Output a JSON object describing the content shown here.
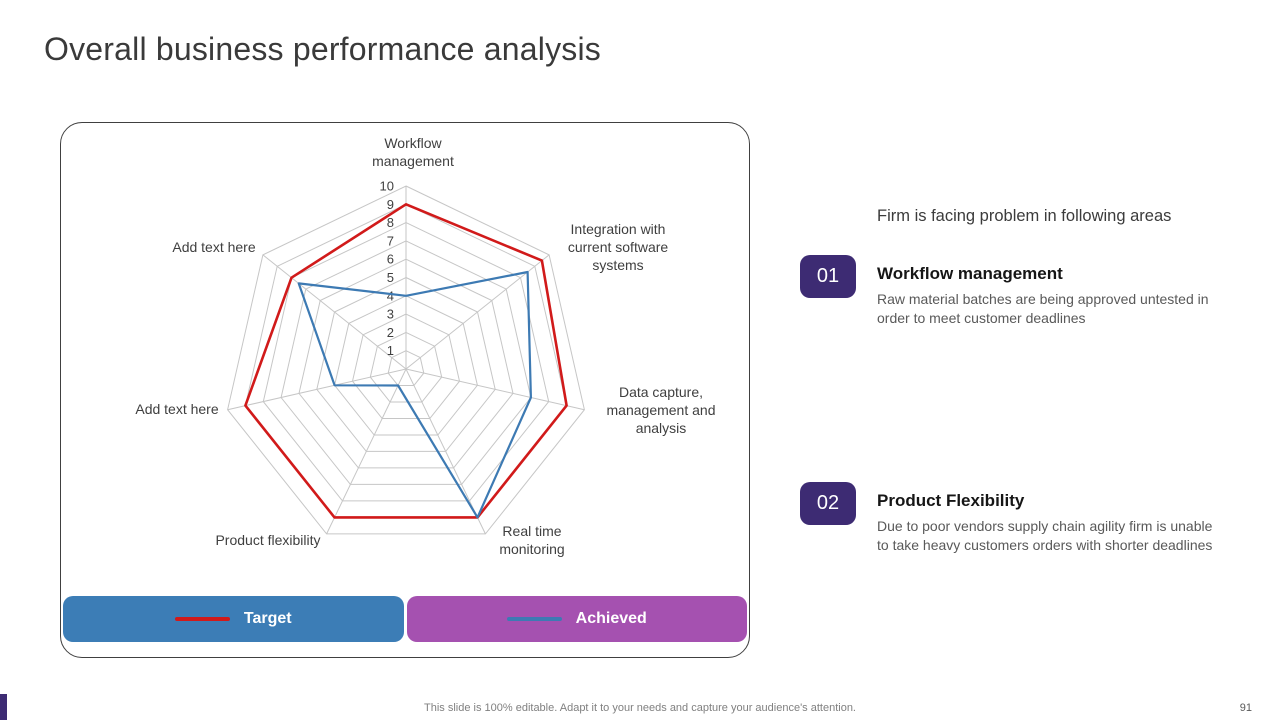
{
  "page": {
    "title": "Overall business performance analysis",
    "footer": "This slide is 100% editable. Adapt it to your needs and capture your audience's attention.",
    "page_number": "91"
  },
  "chart_data": {
    "type": "radar",
    "categories": [
      "Workflow management",
      "Integration with current software systems",
      "Data capture, management and analysis",
      "Real time monitoring",
      "Product flexibility",
      "Add text here",
      "Add text here"
    ],
    "axis_labels_lines": [
      [
        "Workflow",
        "management"
      ],
      [
        "Integration with",
        "current software",
        "systems"
      ],
      [
        "Data capture,",
        "management and",
        "analysis"
      ],
      [
        "Real time",
        "monitoring"
      ],
      [
        "Product flexibility"
      ],
      [
        "Add text here"
      ],
      [
        "Add text here"
      ]
    ],
    "axis_range": [
      0,
      10
    ],
    "tick_labels": [
      1,
      2,
      3,
      4,
      5,
      6,
      7,
      8,
      9,
      10
    ],
    "grid": "polygon",
    "legend_position": "bottom",
    "series": [
      {
        "name": "Target",
        "color": "#d11a1a",
        "values": [
          9,
          9.5,
          9,
          9,
          9,
          9,
          8
        ]
      },
      {
        "name": "Achieved",
        "color": "#3d7ab3",
        "values": [
          4,
          8.5,
          7,
          9,
          1,
          4,
          7.5
        ]
      }
    ]
  },
  "legend": [
    {
      "label": "Target",
      "button_color": "#3c7db6",
      "line_color": "#d11a1a"
    },
    {
      "label": "Achieved",
      "button_color": "#a551b0",
      "line_color": "#3d7ab3"
    }
  ],
  "right_panel": {
    "heading": "Firm is facing problem in following areas",
    "items": [
      {
        "number": "01",
        "title": "Workflow management",
        "description": "Raw material batches are being approved untested in order to meet customer deadlines"
      },
      {
        "number": "02",
        "title": "Product Flexibility",
        "description": "Due to poor vendors supply chain agility firm is unable to take heavy customers orders with shorter deadlines"
      }
    ]
  }
}
